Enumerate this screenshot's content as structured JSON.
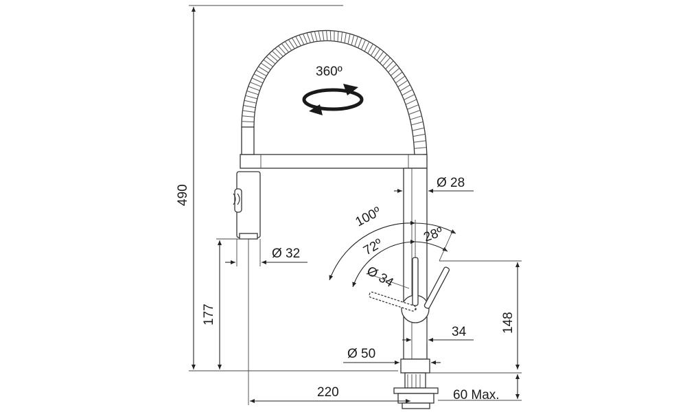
{
  "labels": {
    "rotation": "360º",
    "total_height": "490",
    "spout_diameter": "Ø 28",
    "swing_angle": "100º",
    "lever_angle_front": "72º",
    "lever_angle_back": "28º",
    "body_diameter": "Ø 34",
    "handspray_diameter": "Ø 32",
    "handspray_height": "177",
    "lever_height": "148",
    "lever_offset": "34",
    "base_diameter": "Ø 50",
    "reach": "220",
    "deck_thickness": "60 Max."
  },
  "icons": {
    "rotation_arrow": "rotation-arrow-icon"
  }
}
